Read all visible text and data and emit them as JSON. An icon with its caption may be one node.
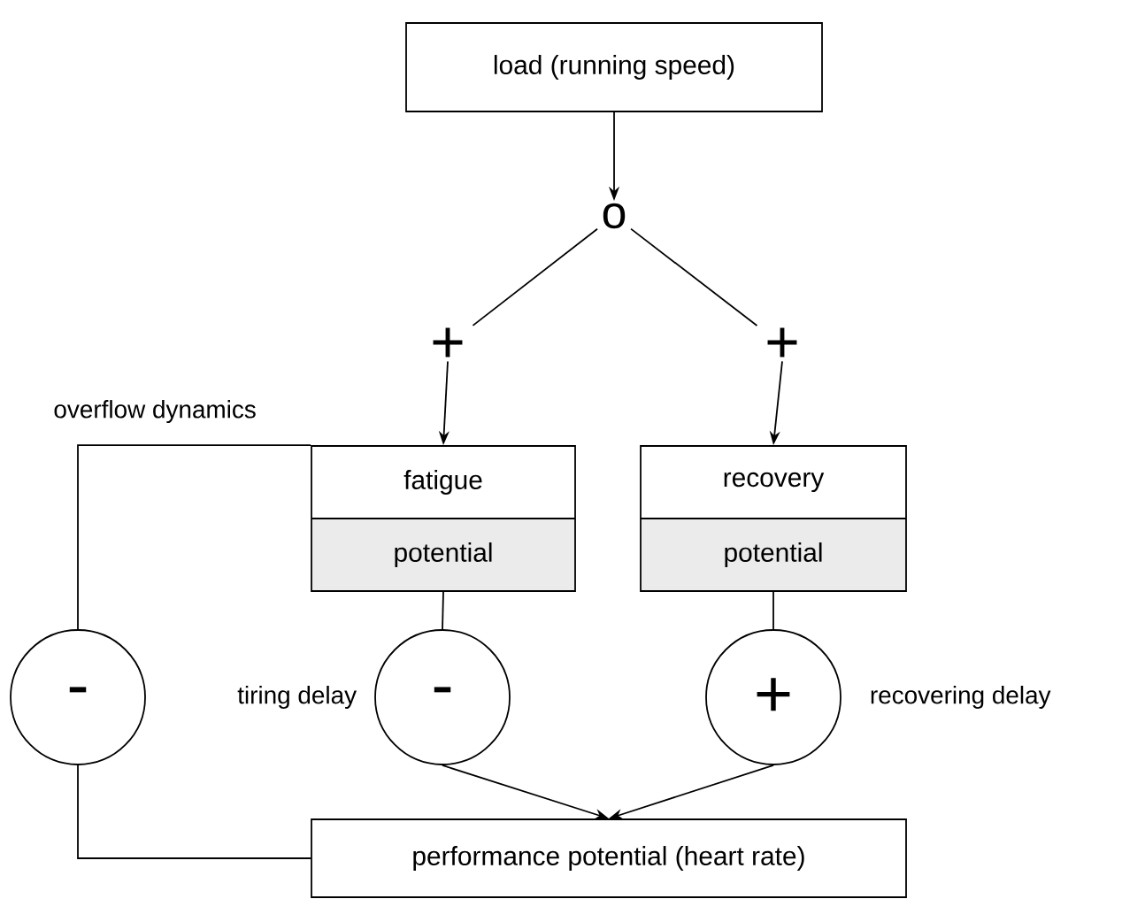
{
  "diagram": {
    "nodes": [
      {
        "text": [
          "load (running speed)"
        ]
      },
      {
        "text": [
          "o"
        ]
      },
      {
        "text": [
          "+"
        ]
      },
      {
        "text": [
          "+"
        ]
      },
      {
        "text": [
          "fatigue",
          "potential"
        ]
      },
      {
        "text": [
          "recovery",
          "potential"
        ]
      },
      {
        "text": [
          "-"
        ]
      },
      {
        "text": [
          "-"
        ],
        "beside": [
          "tiring delay"
        ]
      },
      {
        "text": [
          "+"
        ],
        "beside": [
          "recovering delay"
        ]
      },
      {
        "text": [
          "performance potential (heart rate)"
        ]
      }
    ],
    "edges": [
      {
        "from": 0,
        "to": 1,
        "arrow": "to"
      },
      {
        "from": 1,
        "to": 2,
        "arrow": "none"
      },
      {
        "from": 1,
        "to": 3,
        "arrow": "none"
      },
      {
        "from": 2,
        "to": 4,
        "arrow": "to"
      },
      {
        "from": 3,
        "to": 5,
        "arrow": "to"
      },
      {
        "from": 4,
        "to": 6,
        "arrow": "none",
        "label": "overflow dynamics"
      },
      {
        "from": 6,
        "to": 9,
        "arrow": "none"
      },
      {
        "from": 4,
        "to": 7,
        "arrow": "none"
      },
      {
        "from": 7,
        "to": 9,
        "arrow": "to"
      },
      {
        "from": 5,
        "to": 8,
        "arrow": "none"
      },
      {
        "from": 8,
        "to": 9,
        "arrow": "to"
      }
    ]
  }
}
